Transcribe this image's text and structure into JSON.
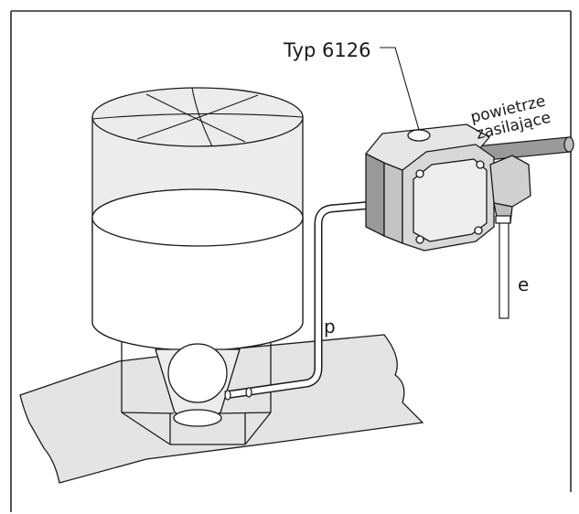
{
  "labels": {
    "device_type": "Typ 6126",
    "supply_air_line1": "powietrze",
    "supply_air_line2": "zasilające",
    "pressure_line": "p",
    "electric_output": "e"
  },
  "colors": {
    "background": "#ffffff",
    "frame": "#2a2a2a",
    "floor_fill": "#e4e4e4",
    "tank_fill": "#ececec",
    "liquid_fill": "#ffffff",
    "device_front": "#d8d8d8",
    "device_side": "#9a9a9a",
    "outline": "#1a1a1a"
  }
}
